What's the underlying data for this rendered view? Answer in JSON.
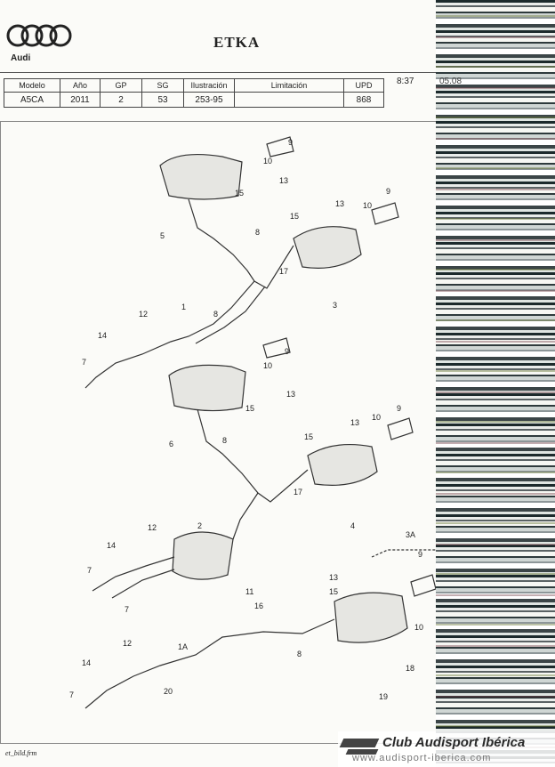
{
  "header": {
    "brand": "Audi",
    "title": "ETKA",
    "columns": [
      "Modelo",
      "Año",
      "GP",
      "SG",
      "Ilustración",
      "Limitación",
      "UPD"
    ],
    "values": [
      "A5CA",
      "2011",
      "2",
      "53",
      "253-95",
      "",
      "868"
    ],
    "time": "8:37",
    "date": "05.08"
  },
  "diagram": {
    "labels": [
      "1",
      "1A",
      "2",
      "3",
      "3A",
      "4",
      "5",
      "6",
      "7",
      "8",
      "9",
      "10",
      "11",
      "12",
      "13",
      "14",
      "15",
      "16",
      "17",
      "18",
      "19",
      "20"
    ]
  },
  "footer": {
    "file": "et_bild.frm",
    "club_name": "Club Audisport Ibérica",
    "club_url": "www.audisport-iberica.com"
  },
  "colors": {
    "ink": "#222222",
    "paper": "#fbfbf8"
  }
}
